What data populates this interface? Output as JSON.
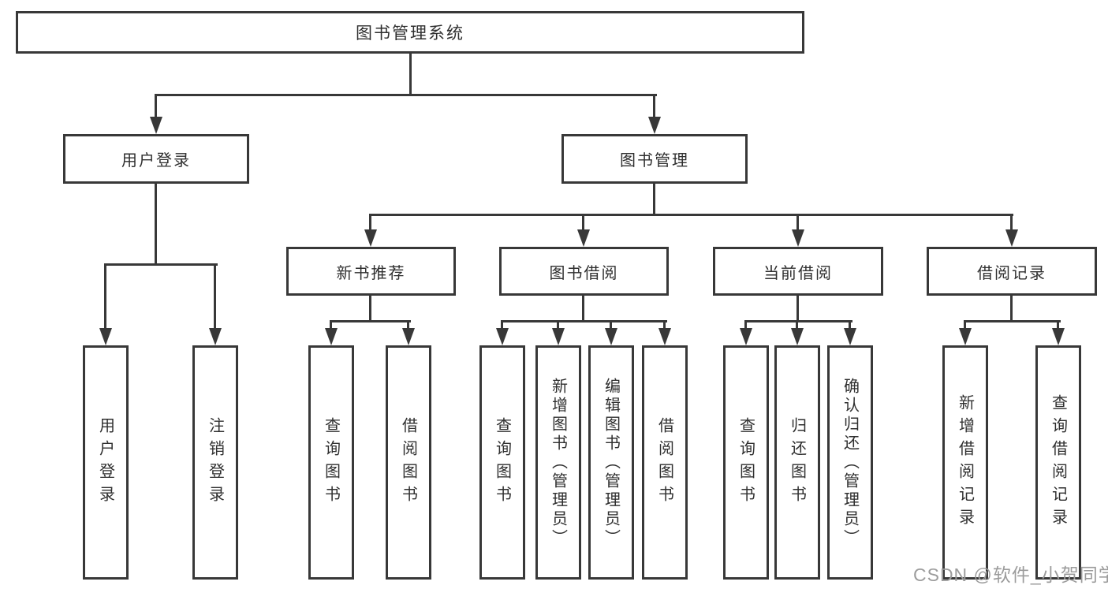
{
  "tree": {
    "root": "图书管理系统",
    "branches": [
      {
        "label": "用户登录",
        "children": [
          "用户登录",
          "注销登录"
        ]
      },
      {
        "label": "图书管理",
        "children": [
          {
            "label": "新书推荐",
            "children": [
              "查询图书",
              "借阅图书"
            ]
          },
          {
            "label": "图书借阅",
            "children": [
              "查询图书",
              "新增图书（管理员）",
              "编辑图书（管理员）",
              "借阅图书"
            ]
          },
          {
            "label": "当前借阅",
            "children": [
              "查询图书",
              "归还图书",
              "确认归还（管理员）"
            ]
          },
          {
            "label": "借阅记录",
            "children": [
              "新增借阅记录",
              "查询借阅记录"
            ]
          }
        ]
      }
    ]
  },
  "watermark": {
    "text": "CSDN @软件_小贺同学"
  },
  "colors": {
    "line": "#383838",
    "text": "#2f2f2f",
    "background": "#ffffff",
    "watermark": "#9c9c9c"
  }
}
